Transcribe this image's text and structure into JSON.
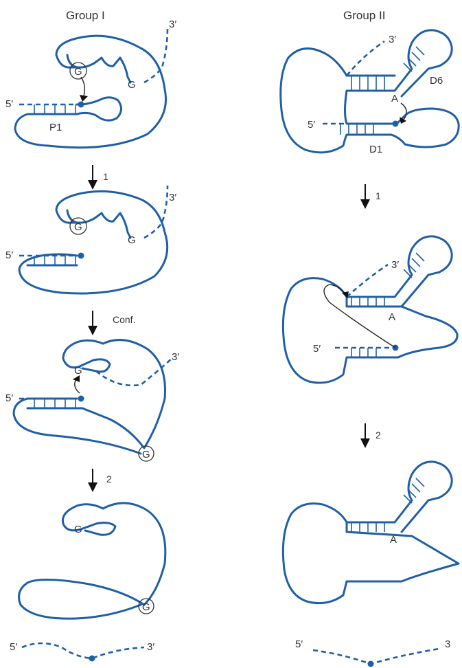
{
  "headers": {
    "group1": "Group I",
    "group2": "Group II"
  },
  "ends": {
    "five_prime": "5′",
    "three_prime": "3′",
    "three_prime_cut": "3"
  },
  "group1": {
    "helix_label": "P1",
    "guanosine": "G",
    "terminal_g": "G",
    "released_g": "G"
  },
  "group2": {
    "domain6_label": "D6",
    "domain1_label": "D1",
    "branch_a": "A"
  },
  "steps": {
    "g1_step1": "1",
    "g1_conf": "Conf.",
    "g1_step2": "2",
    "g2_step1": "1",
    "g2_step2": "2"
  },
  "colors": {
    "rna": "#1f5fa8",
    "arrow": "#111111"
  }
}
